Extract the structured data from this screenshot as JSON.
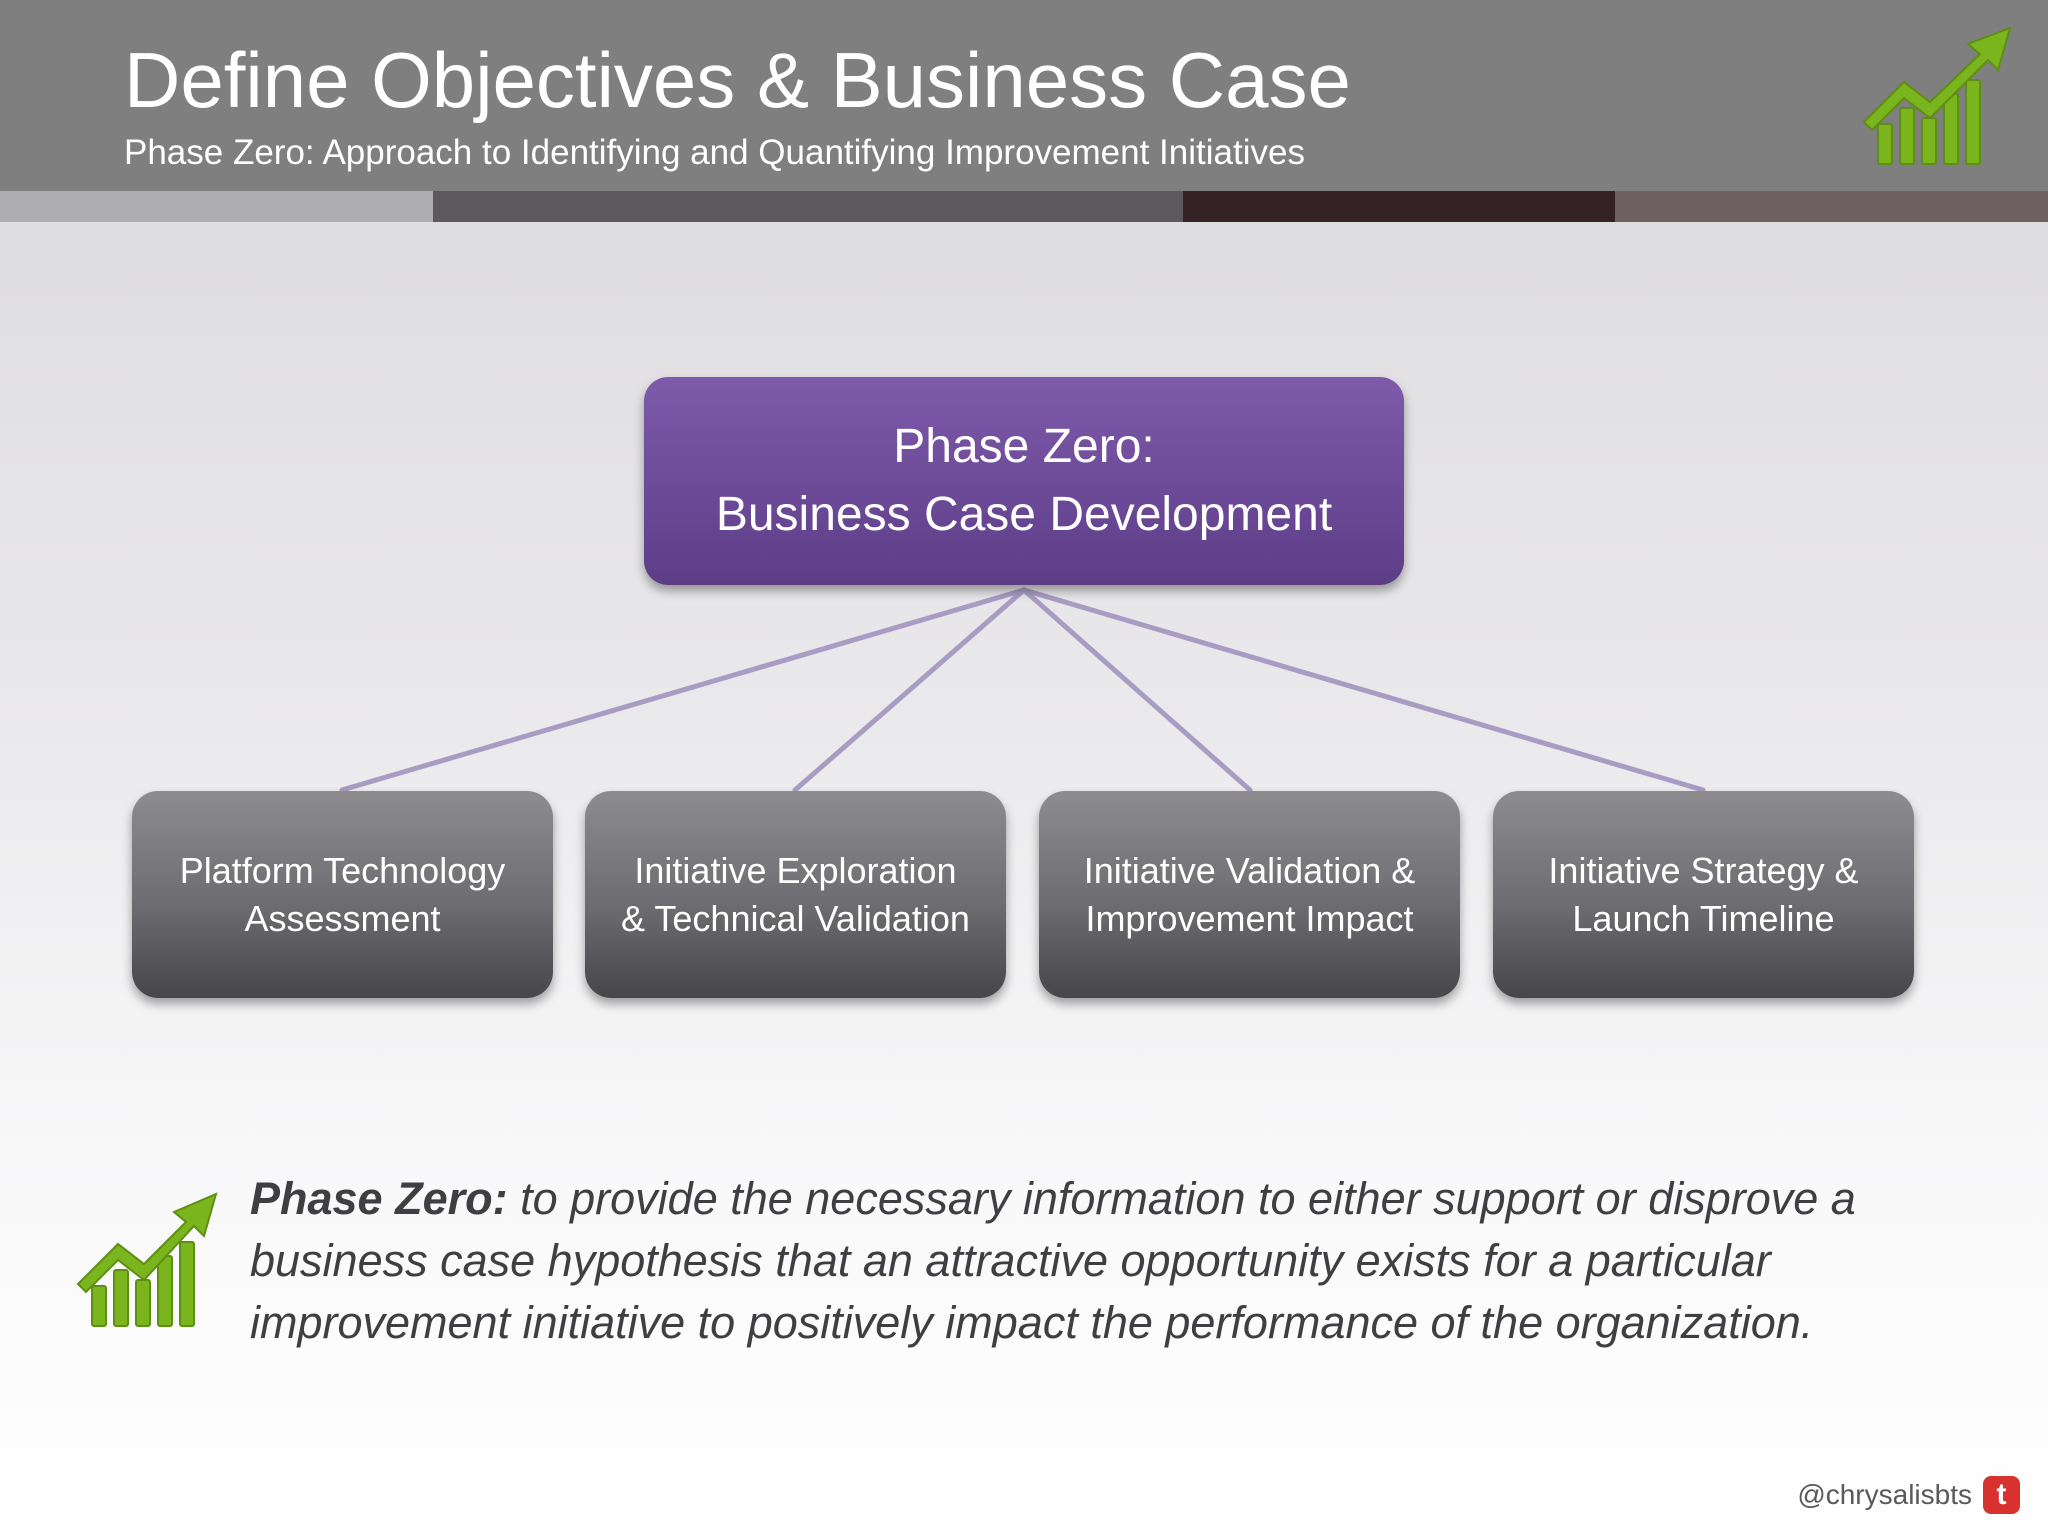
{
  "header": {
    "title": "Define Objectives & Business Case",
    "subtitle": "Phase Zero: Approach to Identifying and Quantifying Improvement Initiatives"
  },
  "diagram": {
    "root": {
      "line1": "Phase Zero:",
      "line2": "Business Case Development"
    },
    "children": [
      {
        "line1": "Platform Technology",
        "line2": "Assessment"
      },
      {
        "line1": "Initiative Exploration",
        "line2": "& Technical Validation"
      },
      {
        "line1": "Initiative Validation &",
        "line2": "Improvement Impact"
      },
      {
        "line1": "Initiative Strategy &",
        "line2": "Launch Timeline"
      }
    ]
  },
  "definition": {
    "term": "Phase Zero:",
    "text": " to provide the necessary information to either support or disprove a business case hypothesis that an attractive opportunity exists for a particular improvement initiative to positively impact the performance of the organization."
  },
  "footer": {
    "handle": "@chrysalisbts",
    "icon_glyph": "t"
  },
  "colors": {
    "header_bg": "#7f7f7f",
    "root_box": "#6c4a98",
    "child_box": "#6d6c70",
    "connector": "#a89cc4",
    "logo_green": "#7ab51d",
    "twitter_icon": "#d8322e"
  },
  "icons": {
    "top_logo": "growth-chart-icon",
    "bottom_logo": "growth-chart-icon",
    "footer": "twitter-icon"
  }
}
